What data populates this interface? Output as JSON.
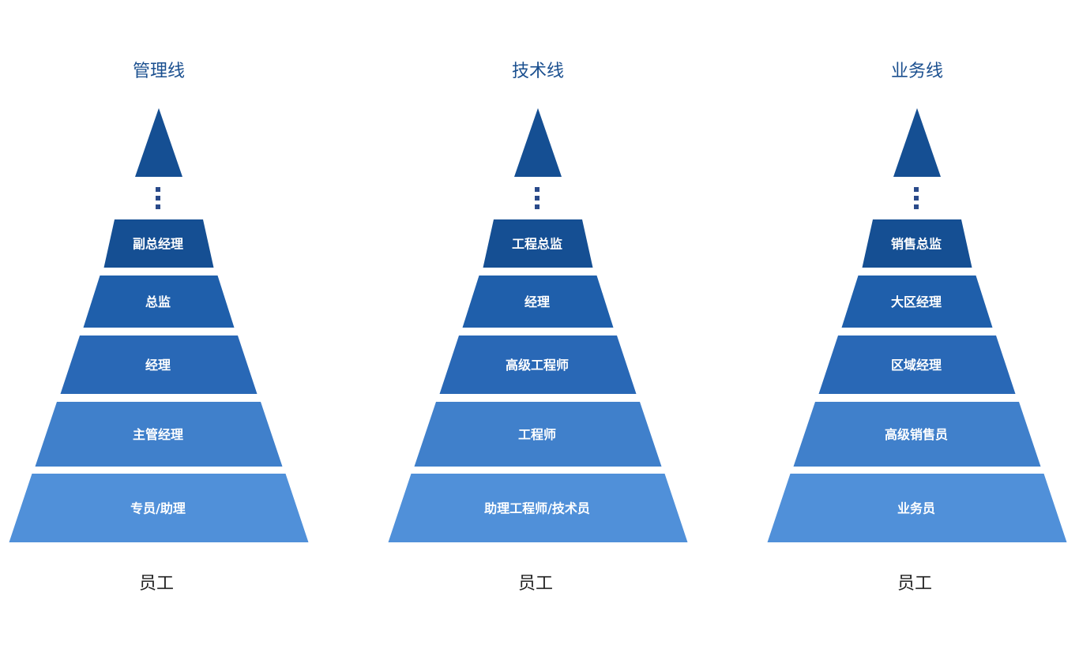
{
  "colors": {
    "title": "#1a4f8f",
    "apex": "#154f93",
    "dots": "#2a4a8a",
    "tiers": [
      "#154f93",
      "#1f5fab",
      "#2968b6",
      "#4080cb",
      "#5090d9"
    ]
  },
  "columns": [
    {
      "title": "管理线",
      "tiers": [
        "副总经理",
        "总监",
        "经理",
        "主管经理",
        "专员/助理"
      ],
      "base_label": "员工"
    },
    {
      "title": "技术线",
      "tiers": [
        "工程总监",
        "经理",
        "高级工程师",
        "工程师",
        "助理工程师/技术员"
      ],
      "base_label": "员工"
    },
    {
      "title": "业务线",
      "tiers": [
        "销售总监",
        "大区经理",
        "区域经理",
        "高级销售员",
        "业务员"
      ],
      "base_label": "员工"
    }
  ]
}
